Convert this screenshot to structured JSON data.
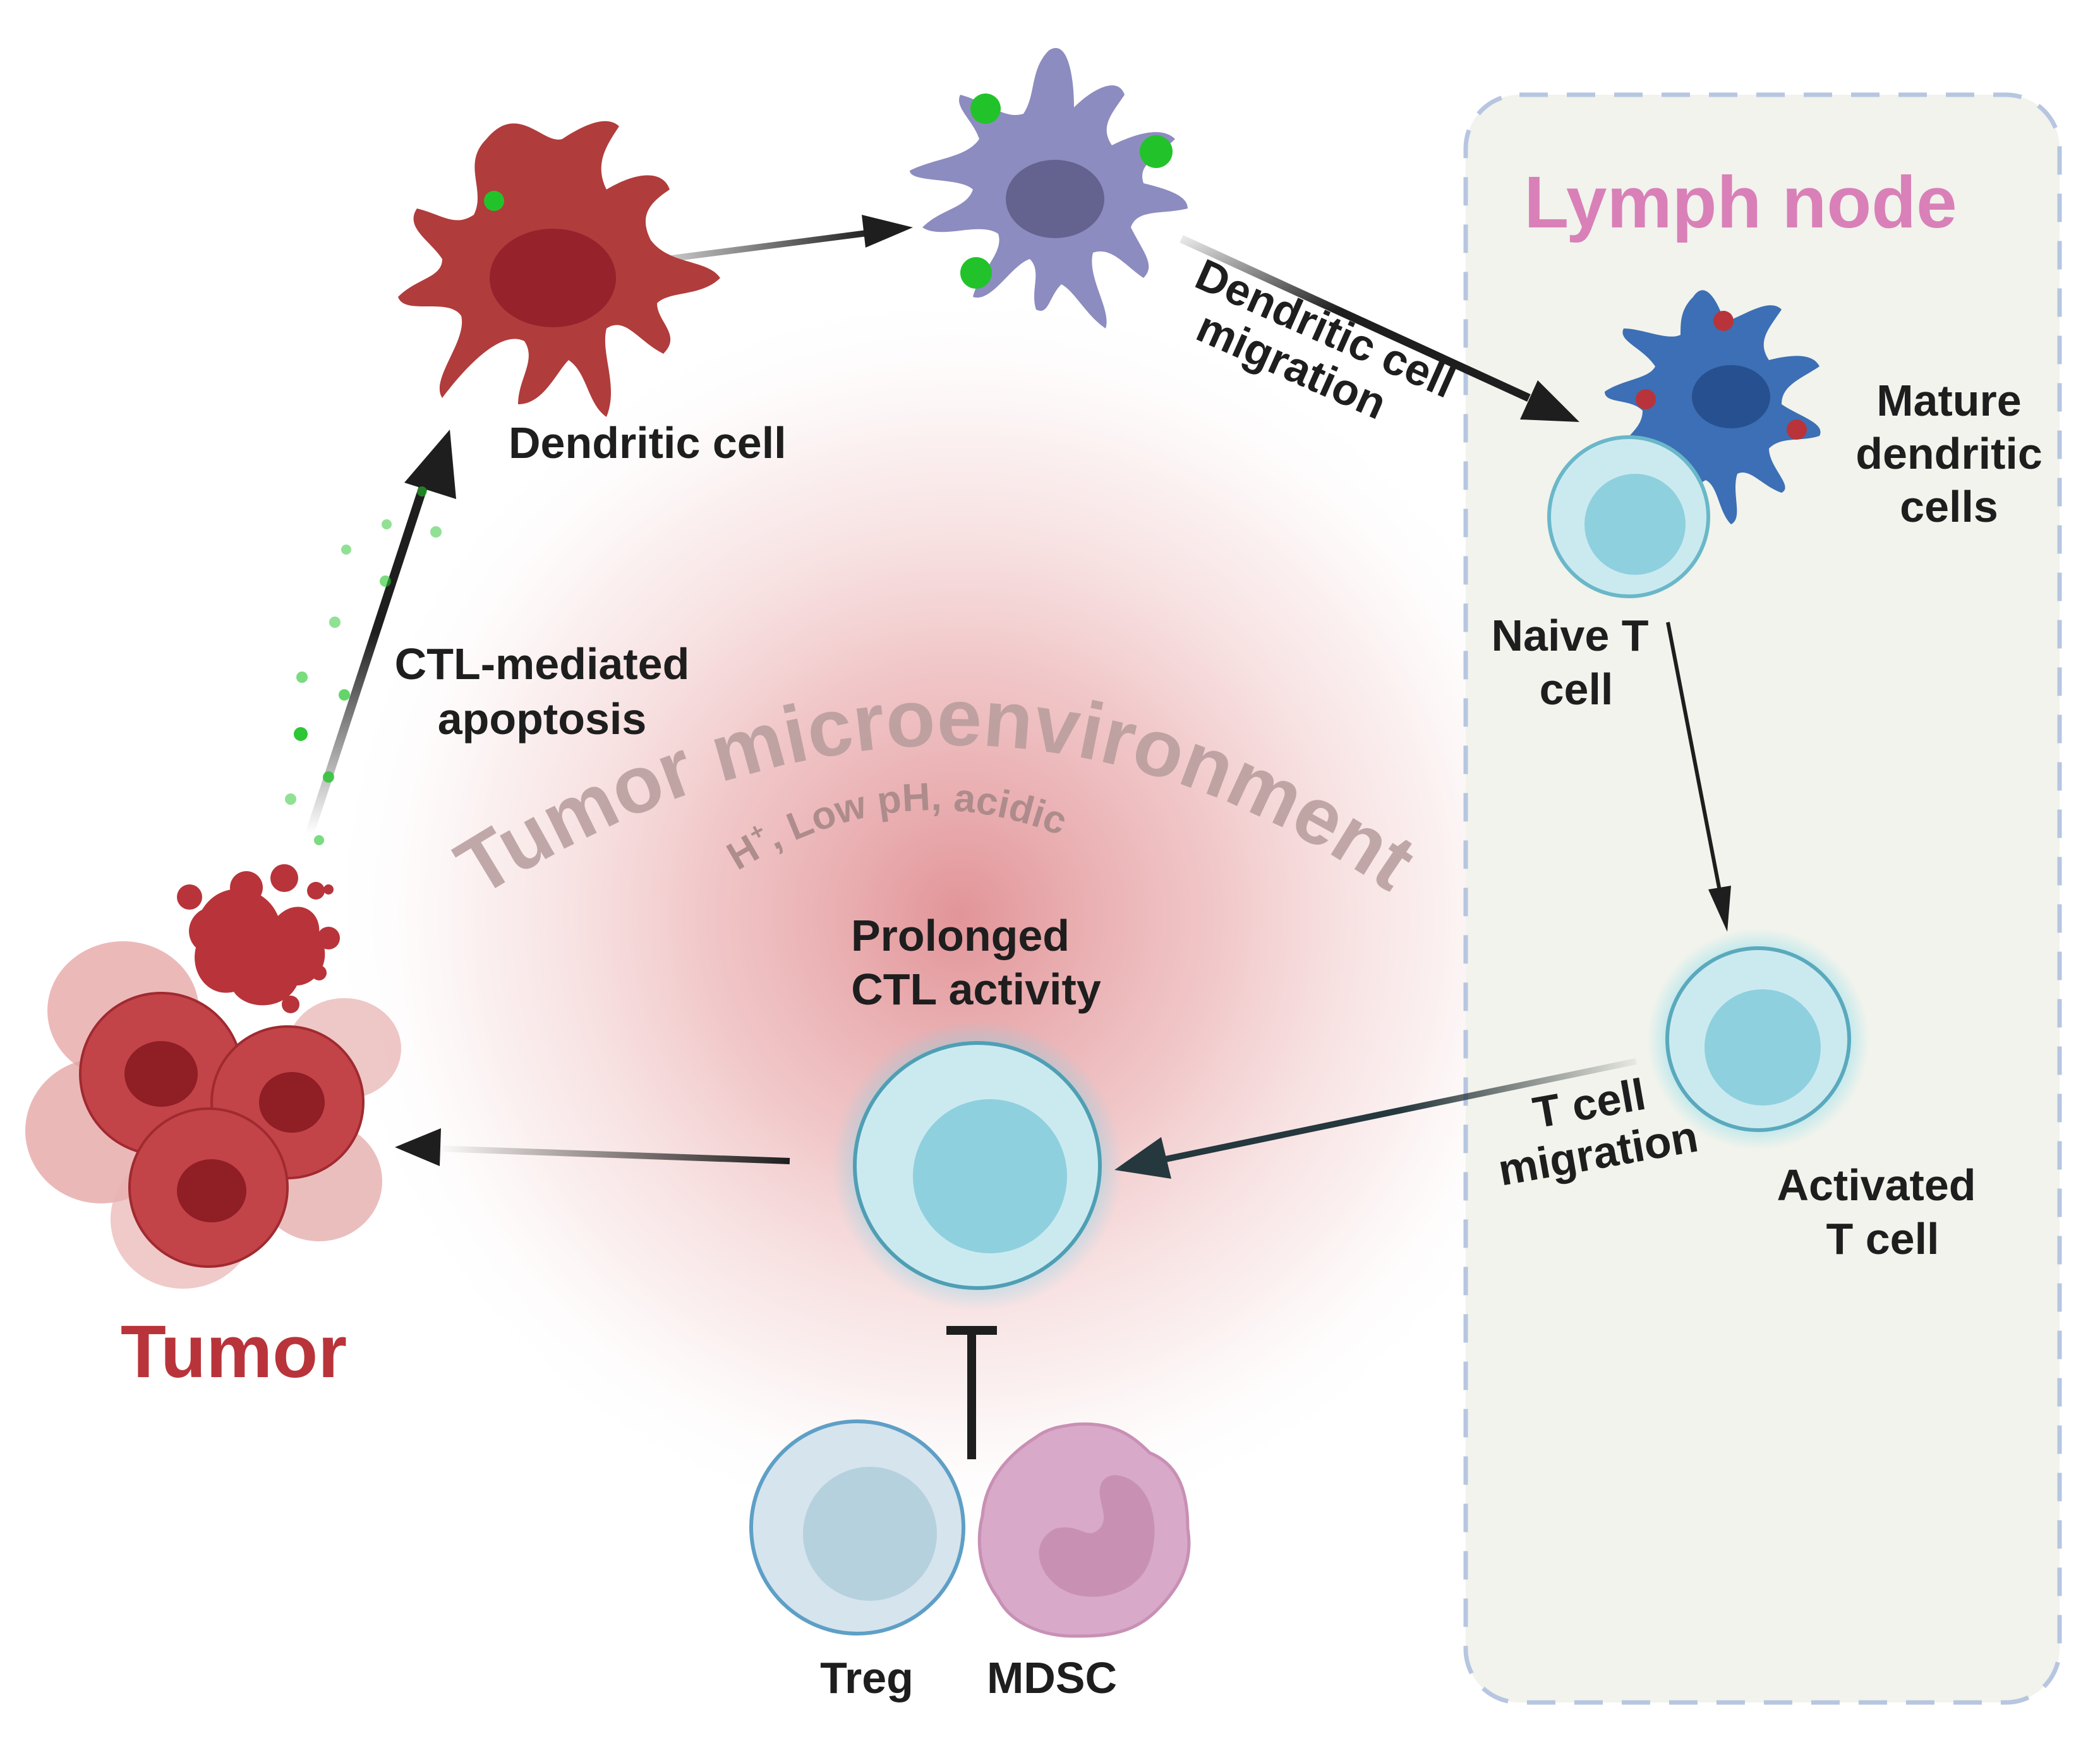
{
  "labels": {
    "dendritic_cell": "Dendritic cell",
    "dendritic_cell_migration_line1": "Dendritic cell",
    "dendritic_cell_migration_line2": "migration",
    "lymph_node": "Lymph node",
    "mature_dc_line1": "Mature",
    "mature_dc_line2": "dendritic",
    "mature_dc_line3": "cells",
    "naive_t_line1": "Naive T",
    "naive_t_line2": "cell",
    "ctl_apoptosis_line1": "CTL-mediated",
    "ctl_apoptosis_line2": "apoptosis",
    "tme_title": "Tumor microenvironment",
    "tme_sub_h": "H",
    "tme_sub_plus": "+",
    "tme_sub_rest": ", Low pH, acidic",
    "prolonged_line1": "Prolonged",
    "prolonged_line2": "CTL activity",
    "activated_t_line1": "Activated",
    "activated_t_line2": "T cell",
    "t_cell_migration_line1": "T cell",
    "t_cell_migration_line2": "migration",
    "tumor": "Tumor",
    "treg": "Treg",
    "mdsc": "MDSC"
  },
  "colors": {
    "tumor_red": "#b8343a",
    "dendritic_red": "#b13c3c",
    "immature_dc_purple": "#8d8cc0",
    "mature_dc_blue": "#3c6fb5",
    "t_cell_cyan": "#aee1ea",
    "lymph_node_bg": "#f1f3ec",
    "lymph_node_border": "#b7c6e0",
    "lymph_title_pink": "#d980b8",
    "antigen_green": "#22c32a",
    "treg_blue": "#d2e0ec",
    "mdsc_pink": "#d8a9c8"
  }
}
